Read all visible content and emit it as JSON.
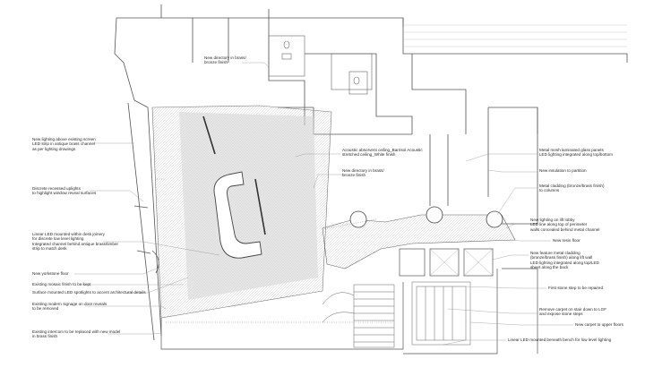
{
  "colors": {
    "line": "#555555",
    "hatch": "#c8c8c8",
    "fill": "#d9d9d9",
    "leader": "#888888",
    "text": "#2a2a2a"
  },
  "annotations": {
    "left": [
      "New lighting above existing screen\nLED strip in antique brass channel\nas per lighting drawings",
      "Discrete recessed uplights\nto highlight window reveal surfaces",
      "Linear LED mounted within desk joinery\nfor discrete low level lighting\nIntegrated channel behind antique brass/timber\nstrip to match desk",
      "New yorkstone floor",
      "Existing mosaic finish to be kept",
      "Surface mounted LED spotlights to accent architectural details",
      "Existing modern signage on door reveals\nto be removed",
      "Existing intercom to be replaced with new model\nin brass finish"
    ],
    "center": [
      "New directory in brass/\nbronze finish",
      "Acoustic absorvent ceiling_Barrisol Acoustic\nstretched ceiling_White finish",
      "New directory in brass/\nbronze finish"
    ],
    "right": [
      "Metal mesh laminated glass panels\nLED lighting integrated along top/bottom",
      "New insulation to partition",
      "Metal cladding (bronze/brass finish)\nto columns",
      "New lighting on lift lobby\nLED line along top of perimeter\nwalls concealed behind metal channel",
      "New resin floor",
      "New feature metal cladding\n(bronze/brass finish) along lift wall\nLED lighting integrated along top/LED\nsheet along the back",
      "First stone step to be repaired",
      "Remove carpet on stair down to LGF\nand expose stone steps",
      "New carpet to upper floors",
      "Linear LED mounted beneath bench for low level lighting"
    ]
  }
}
